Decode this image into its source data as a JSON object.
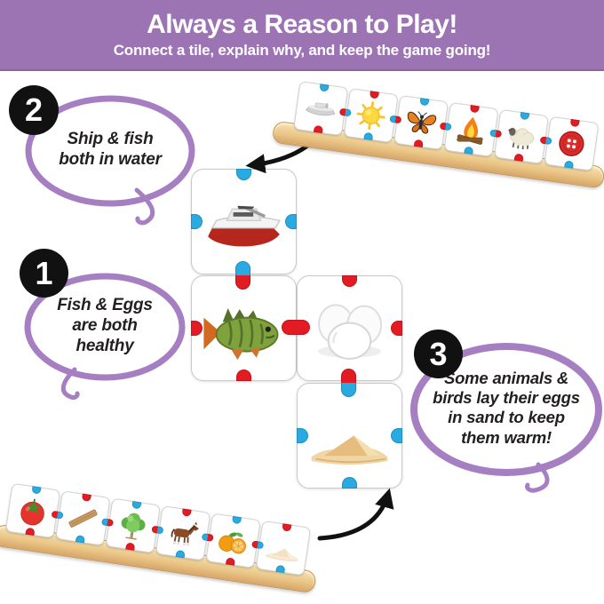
{
  "header": {
    "title": "Always a Reason to Play!",
    "subtitle": "Connect a tile, explain why, and keep the game going!"
  },
  "callouts": {
    "c1": {
      "number": "1",
      "text": "Fish & Eggs\nare both\nhealthy"
    },
    "c2": {
      "number": "2",
      "text": "Ship & fish\nboth in water"
    },
    "c3": {
      "number": "3",
      "text": "Some animals &\nbirds lay their eggs\nin sand to keep\nthem warm!"
    }
  },
  "board": {
    "tiles": [
      "boat",
      "fish",
      "eggs",
      "sand"
    ]
  },
  "racks": {
    "top": [
      "ship",
      "sun",
      "butterfly",
      "campfire",
      "sheep",
      "button"
    ],
    "bottom": [
      "tomato",
      "stick",
      "tree",
      "horse",
      "oranges",
      "sand"
    ]
  },
  "colors": {
    "header_bg": "#9c74b4",
    "bubble_outline": "#a57fc2",
    "peg_red": "#e31b23",
    "peg_blue": "#29aae1",
    "wood_light": "#f6e2b4",
    "wood_dark": "#d8a668",
    "number_badge_bg": "#111111",
    "number_badge_text": "#ffffff"
  }
}
